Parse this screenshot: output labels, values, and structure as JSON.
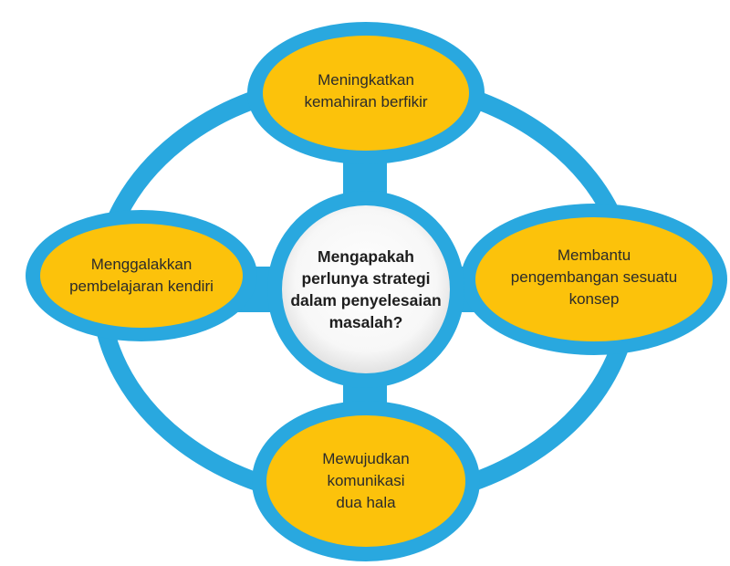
{
  "colors": {
    "ring": "#29a8df",
    "node_fill": "#fcc20b",
    "node_border": "#29a8df",
    "center_fill": "#ffffff",
    "text": "#2b2b2b"
  },
  "center": {
    "lines": [
      "Mengapakah",
      "perlunya strategi",
      "dalam penyelesaian",
      "masalah?"
    ]
  },
  "nodes": {
    "top": {
      "lines": [
        "Meningkatkan",
        "kemahiran berfikir"
      ]
    },
    "left": {
      "lines": [
        "Menggalakkan",
        "pembelajaran kendiri"
      ]
    },
    "right": {
      "lines": [
        "Membantu",
        "pengembangan sesuatu",
        "konsep"
      ]
    },
    "bottom": {
      "lines": [
        "Mewujudkan",
        "komunikasi",
        "dua hala"
      ]
    }
  }
}
